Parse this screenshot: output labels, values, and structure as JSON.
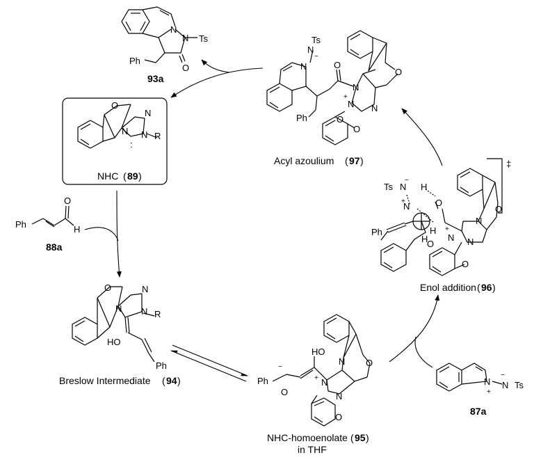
{
  "nodes": {
    "product": {
      "id": "93a"
    },
    "nhc": {
      "name": "NHC",
      "id": "89",
      "substituent": "R"
    },
    "aldehyde": {
      "id": "88a"
    },
    "breslow": {
      "name": "Breslow Intermediate",
      "id": "94",
      "substituent": "R"
    },
    "homoenolate": {
      "name": "NHC-homoenolate",
      "id": "95",
      "solvent": "in THF"
    },
    "isoquinolinium": {
      "id": "87a"
    },
    "enol_addition": {
      "name": "Enol addition",
      "id": "96",
      "mark": "‡"
    },
    "acyl_azolium": {
      "name": "Acyl azoulium",
      "id": "97"
    }
  },
  "atoms": {
    "N": "N",
    "O": "O",
    "H": "H",
    "Ts": "Ts",
    "Ph": "Ph",
    "HO": "HO",
    "R": "R",
    "plus": "+",
    "minus": "−",
    "lone_pair": ":"
  },
  "edges": [
    {
      "from": "NHC",
      "to": "Breslow Intermediate",
      "type": "curved"
    },
    {
      "from": "Breslow Intermediate",
      "to": "NHC-homoenolate",
      "type": "equilibrium"
    },
    {
      "from": "NHC-homoenolate",
      "to": "Enol addition",
      "type": "curved"
    },
    {
      "from": "Enol addition",
      "to": "Acyl azoulium",
      "type": "curved"
    },
    {
      "from": "Acyl azoulium",
      "to": "NHC",
      "type": "curved"
    }
  ]
}
